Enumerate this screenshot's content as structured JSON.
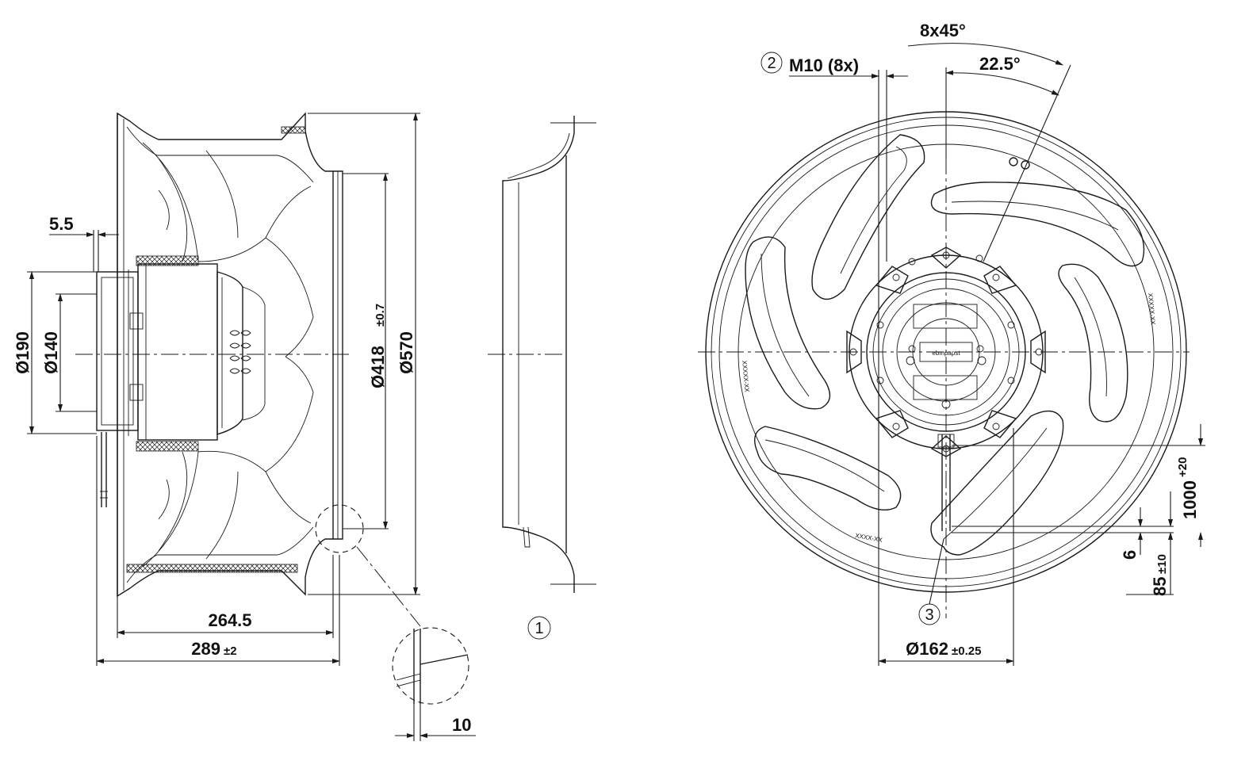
{
  "side_view": {
    "dim_5_5": "5.5",
    "dim_d190": "Ø190",
    "dim_d140": "Ø140",
    "dim_d418": "Ø418",
    "dim_d418_tol": "±0.7",
    "dim_d570": "Ø570",
    "dim_264_5": "264.5",
    "dim_289": "289",
    "dim_289_tol": "±2",
    "dim_10": "10"
  },
  "inlet_ring": {
    "ref_1": "1"
  },
  "front_view": {
    "dim_8x45": "8x45°",
    "dim_22_5": "22.5°",
    "ref_2": "2",
    "dim_m10": "M10 (8x)",
    "ref_3": "3",
    "dim_d162": "Ø162",
    "dim_d162_tol": "±0.25",
    "dim_1000": "1000",
    "dim_1000_tol": "+20",
    "dim_6": "6",
    "dim_85": "85",
    "dim_85_tol": "±10",
    "brand": "ebmpapst",
    "code_a": "XXXXX-XX",
    "code_b": "XXXXX-XX",
    "code_c": "XXXX-XX"
  }
}
